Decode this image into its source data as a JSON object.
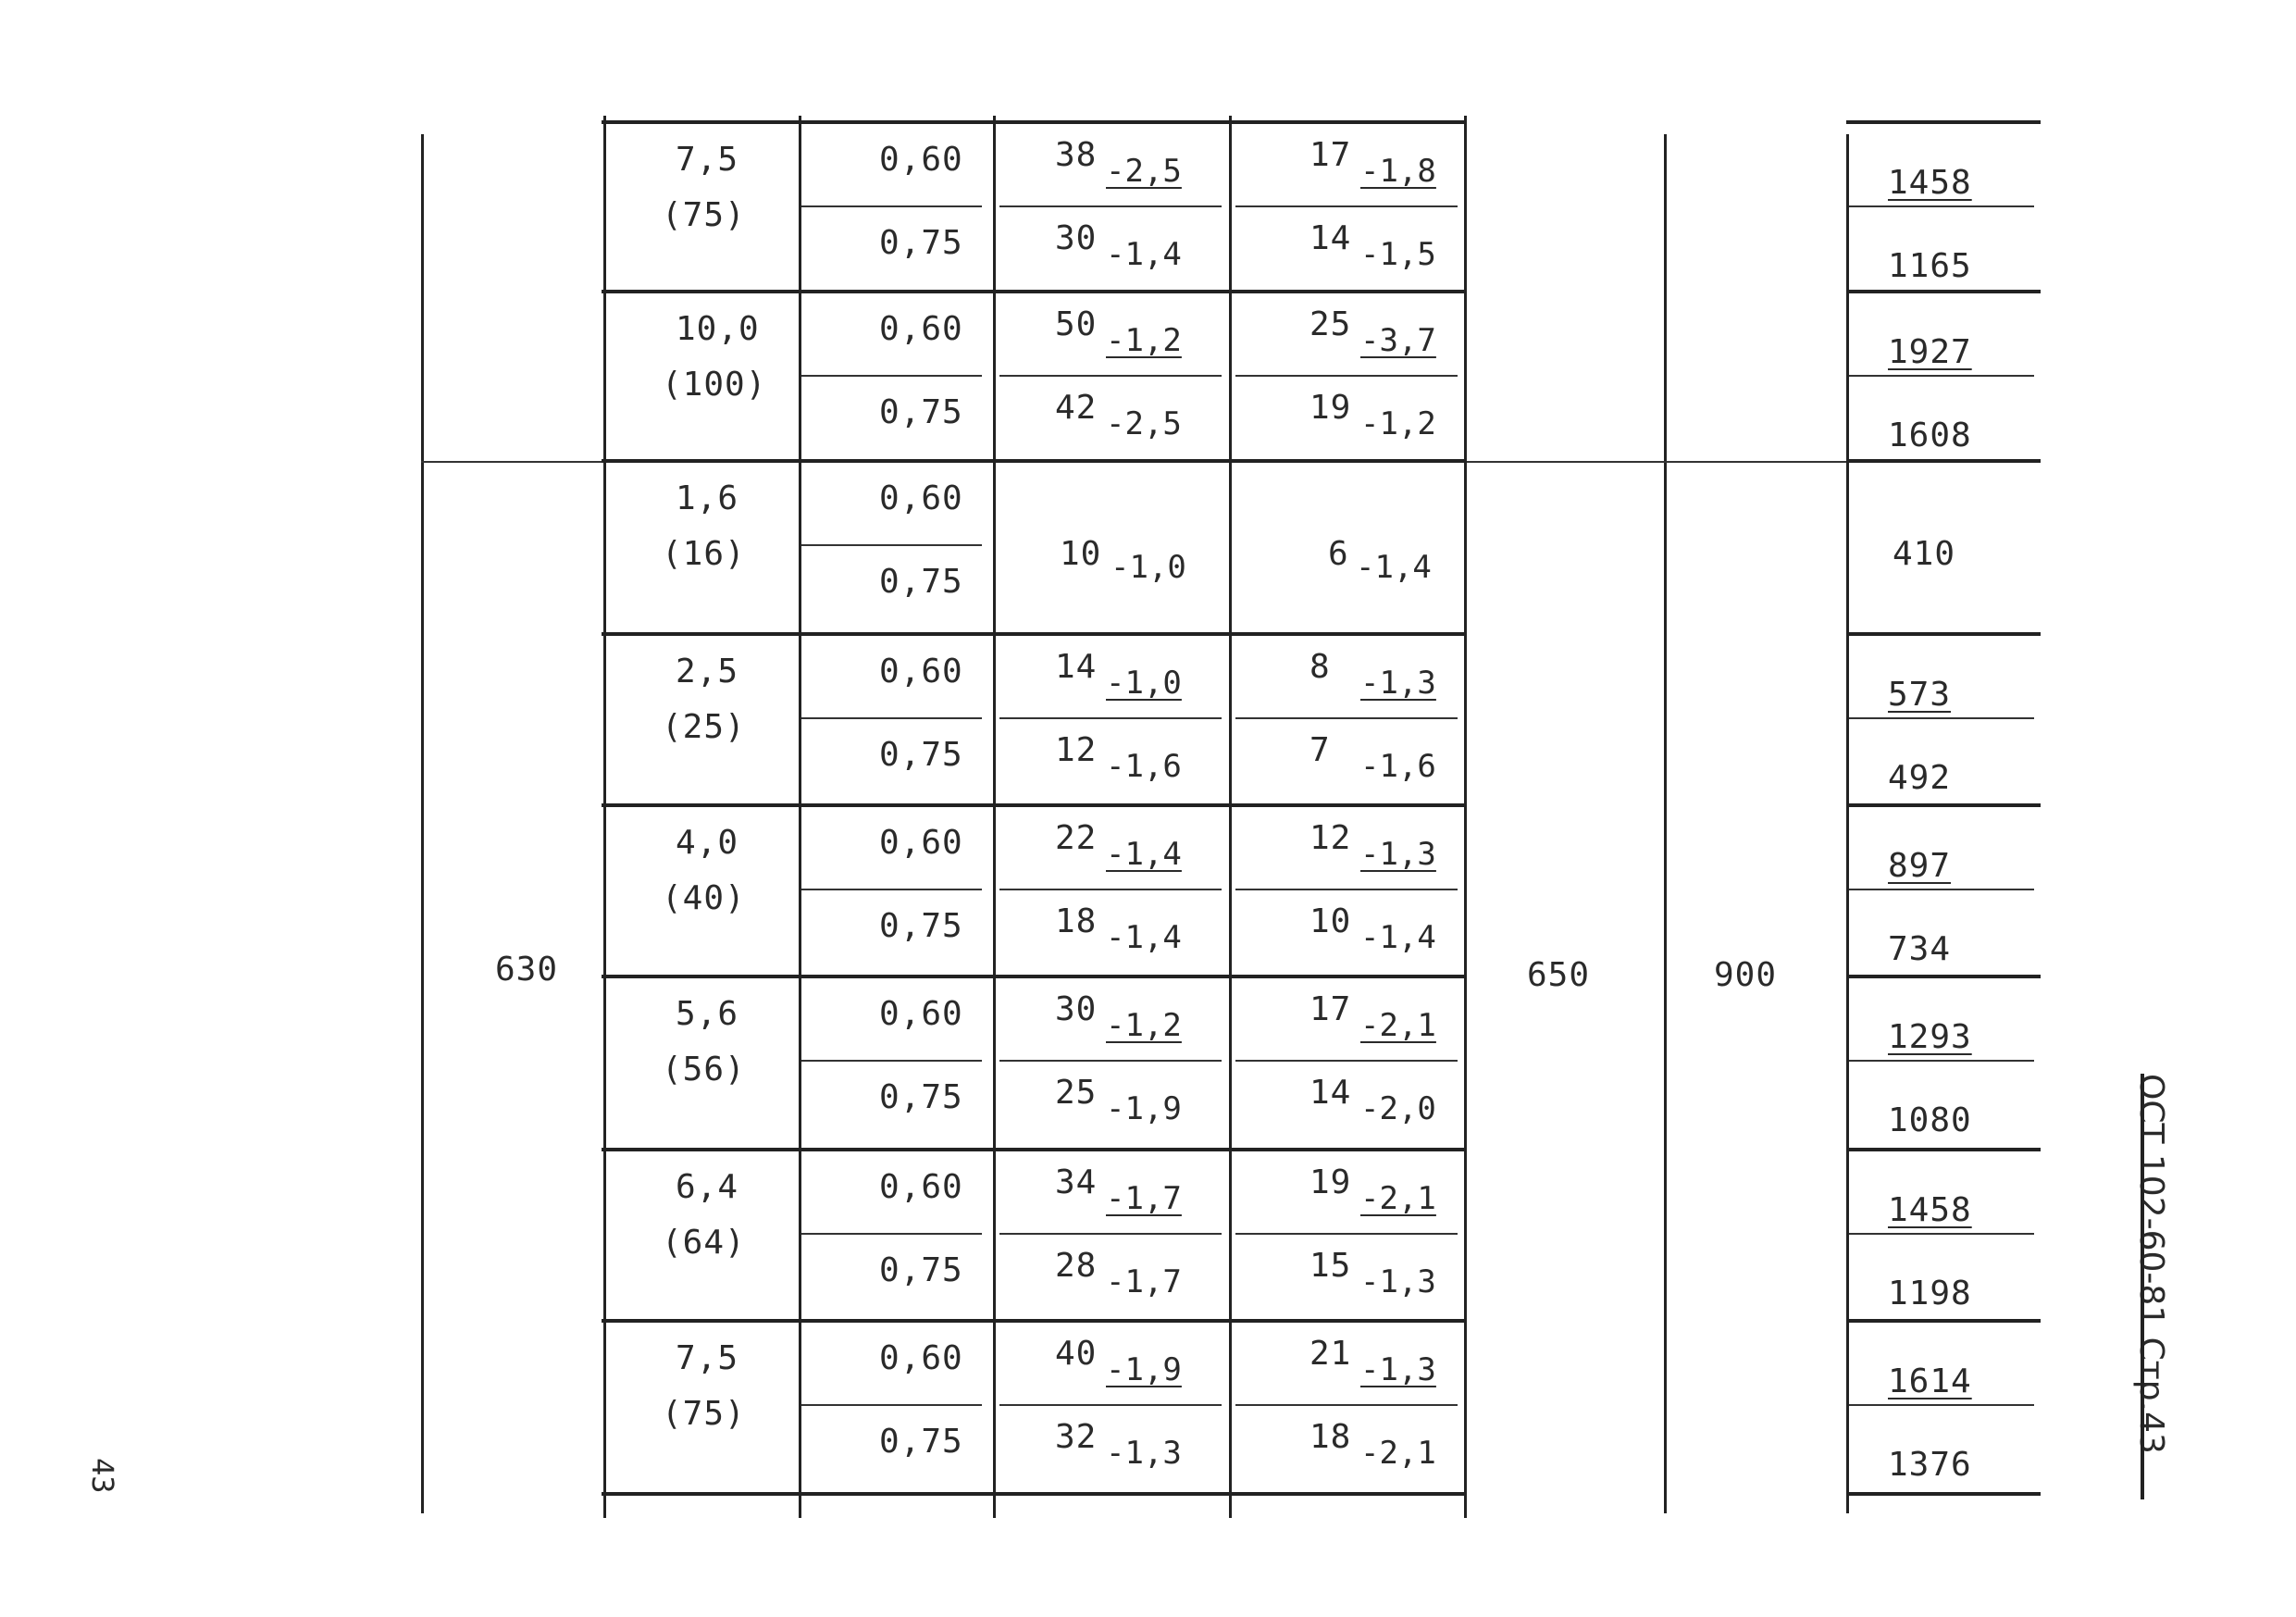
{
  "page_number": "43",
  "doc_code": "ОСТ 102-60-81 Стр.43",
  "col1_value": "630",
  "col6_value": "650",
  "col7_value": "900",
  "rows": [
    {
      "a": "7,5",
      "a2": "(75)",
      "b1": "0,60",
      "b2": "0,75",
      "c1": "38",
      "c1s": "-2,5",
      "c2": "30",
      "c2s": "-1,4",
      "d1": "17",
      "d1s": "-1,8",
      "d2": "14",
      "d2s": "-1,5",
      "e1": "1458",
      "e2": "1165"
    },
    {
      "a": "10,0",
      "a2": "(100)",
      "b1": "0,60",
      "b2": "0,75",
      "c1": "50",
      "c1s": "-1,2",
      "c2": "42",
      "c2s": "-2,5",
      "d1": "25",
      "d1s": "-3,7",
      "d2": "19",
      "d2s": "-1,2",
      "e1": "1927",
      "e2": "1608"
    },
    {
      "a": "1,6",
      "a2": "(16)",
      "b1": "0,60",
      "b2": "0,75",
      "c": "10",
      "cs": "-1,0",
      "d": "6",
      "ds": "-1,4",
      "e": "410"
    },
    {
      "a": "2,5",
      "a2": "(25)",
      "b1": "0,60",
      "b2": "0,75",
      "c1": "14",
      "c1s": "-1,0",
      "c2": "12",
      "c2s": "-1,6",
      "d1": "8",
      "d1s": "-1,3",
      "d2": "7",
      "d2s": "-1,6",
      "e1": "573",
      "e2": "492"
    },
    {
      "a": "4,0",
      "a2": "(40)",
      "b1": "0,60",
      "b2": "0,75",
      "c1": "22",
      "c1s": "-1,4",
      "c2": "18",
      "c2s": "-1,4",
      "d1": "12",
      "d1s": "-1,3",
      "d2": "10",
      "d2s": "-1,4",
      "e1": "897",
      "e2": "734"
    },
    {
      "a": "5,6",
      "a2": "(56)",
      "b1": "0,60",
      "b2": "0,75",
      "c1": "30",
      "c1s": "-1,2",
      "c2": "25",
      "c2s": "-1,9",
      "d1": "17",
      "d1s": "-2,1",
      "d2": "14",
      "d2s": "-2,0",
      "e1": "1293",
      "e2": "1080"
    },
    {
      "a": "6,4",
      "a2": "(64)",
      "b1": "0,60",
      "b2": "0,75",
      "c1": "34",
      "c1s": "-1,7",
      "c2": "28",
      "c2s": "-1,7",
      "d1": "19",
      "d1s": "-2,1",
      "d2": "15",
      "d2s": "-1,3",
      "e1": "1458",
      "e2": "1198"
    },
    {
      "a": "7,5",
      "a2": "(75)",
      "b1": "0,60",
      "b2": "0,75",
      "c1": "40",
      "c1s": "-1,9",
      "c2": "32",
      "c2s": "-1,3",
      "d1": "21",
      "d1s": "-1,3",
      "d2": "18",
      "d2s": "-2,1",
      "e1": "1614",
      "e2": "1376"
    }
  ]
}
